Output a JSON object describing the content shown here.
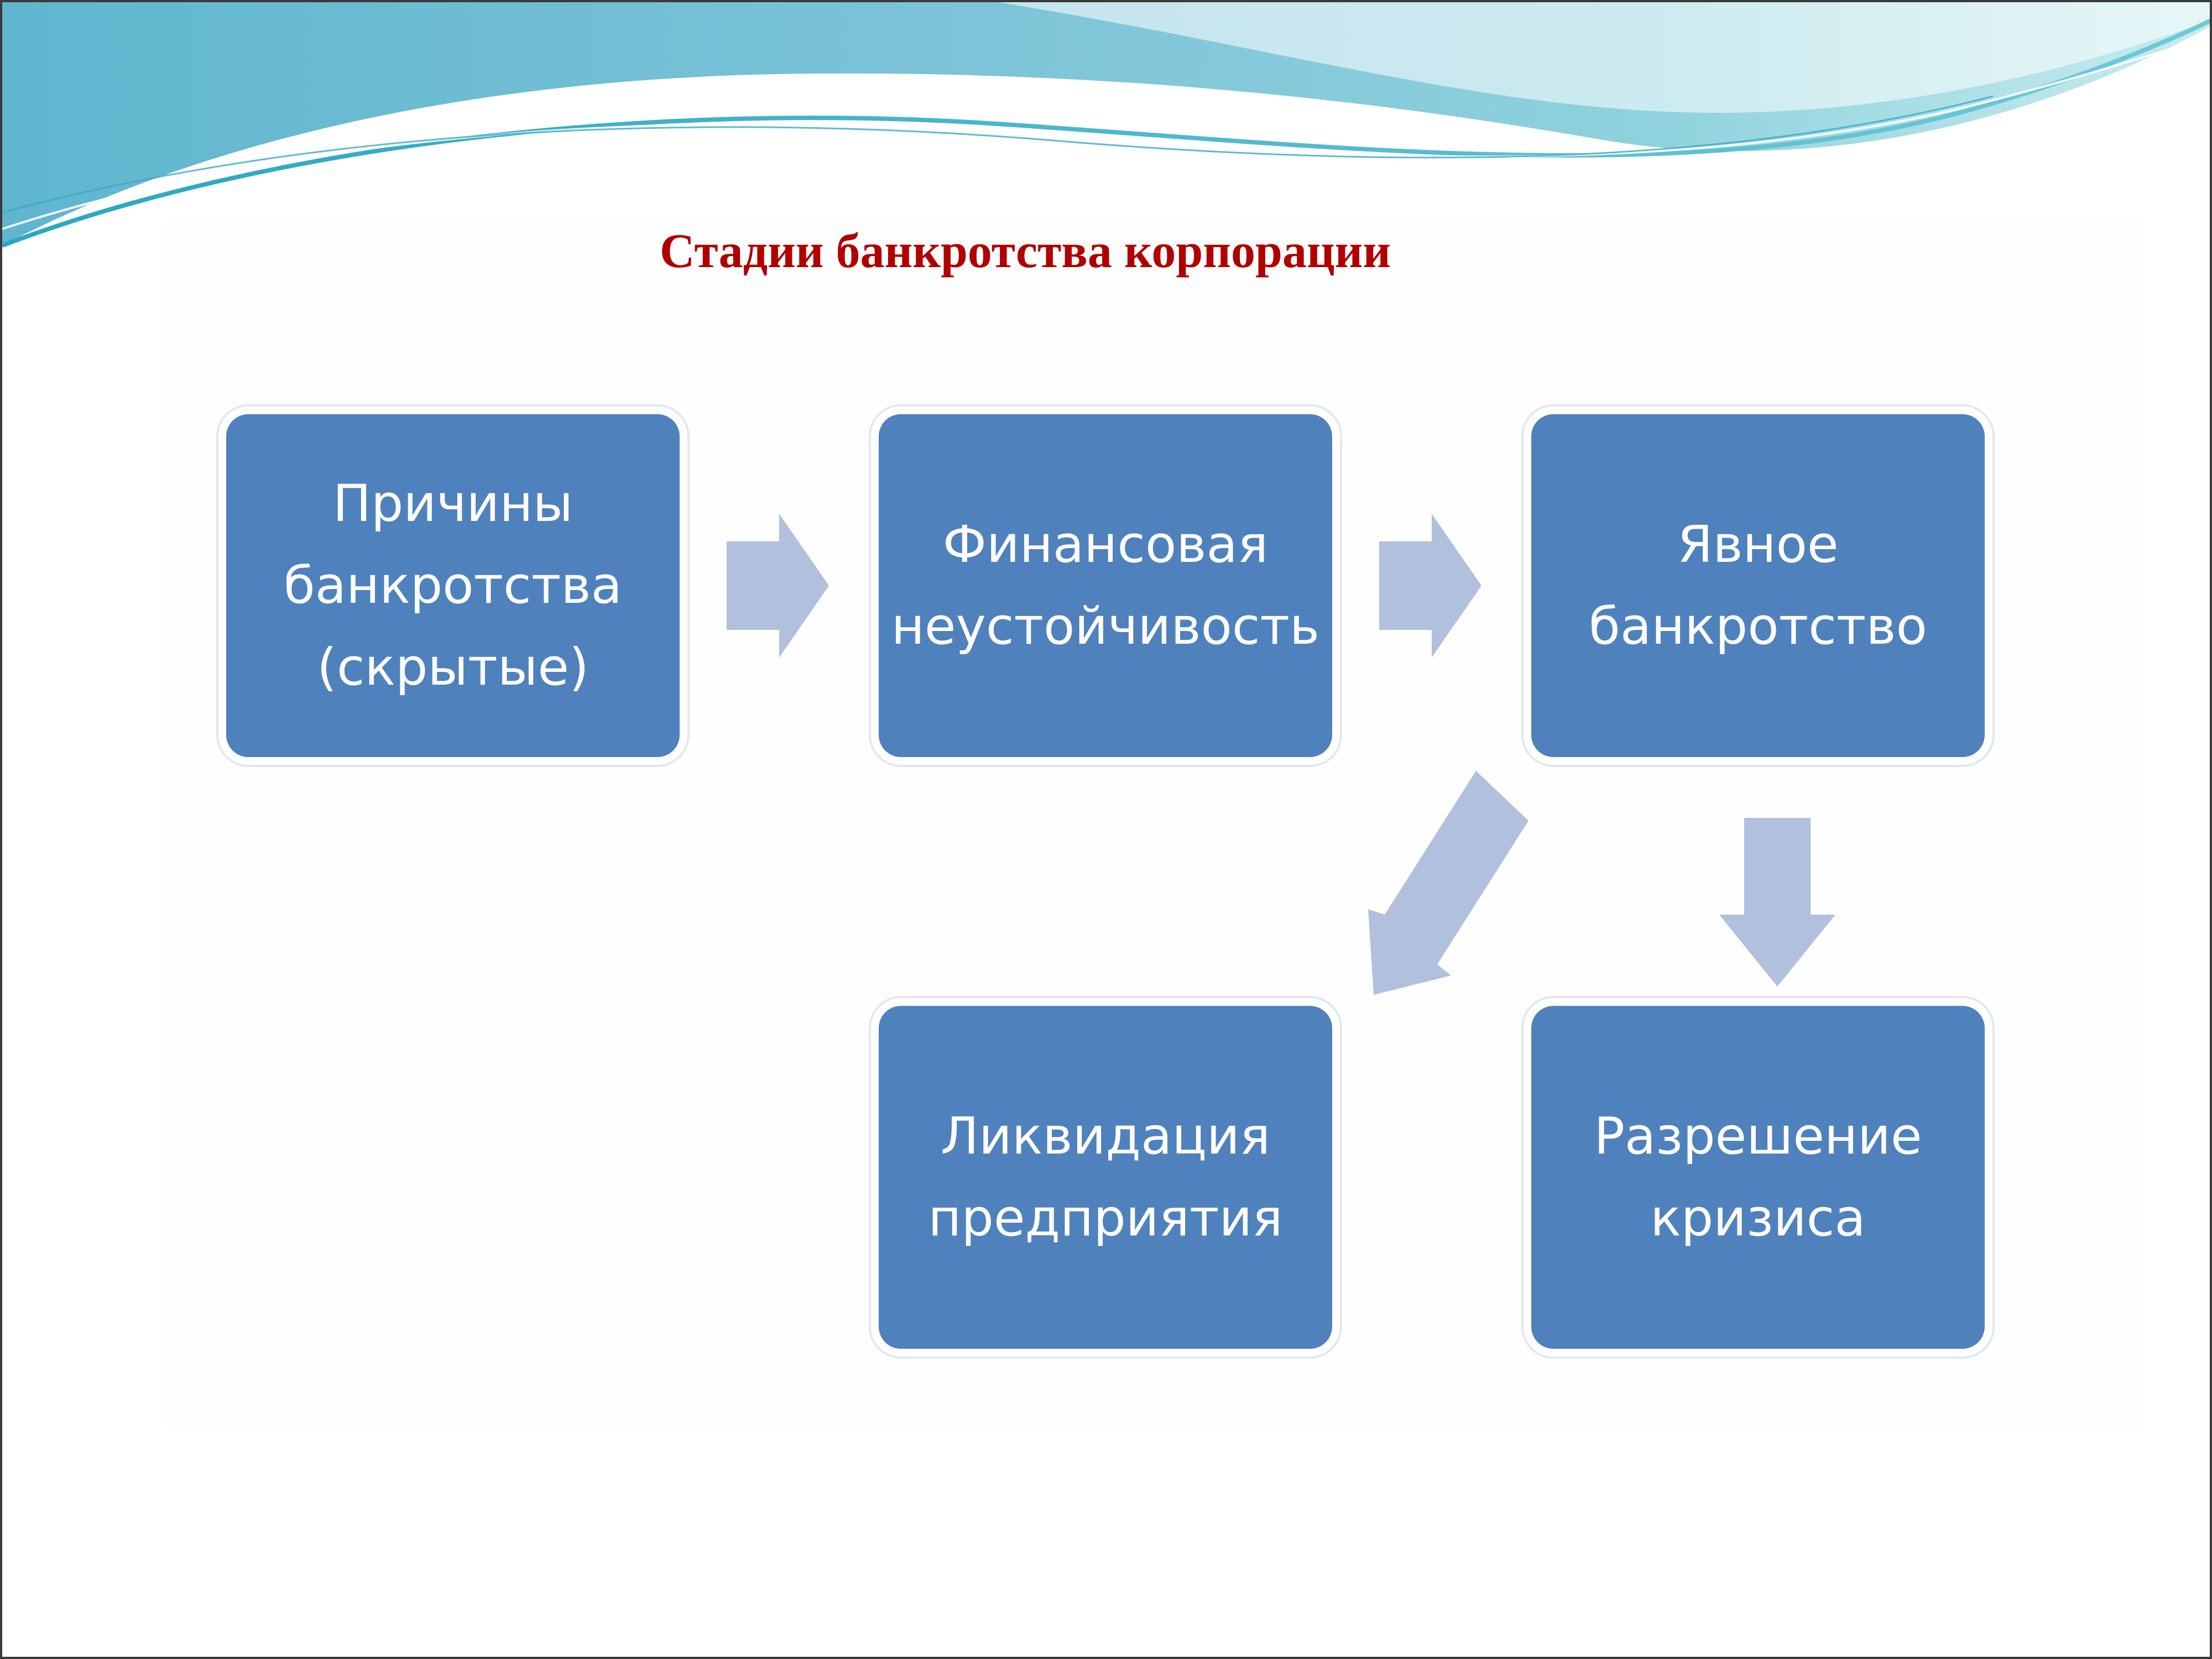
{
  "slide": {
    "title": "Стадии банкротства корпорации",
    "colors": {
      "title": "#b00000",
      "box_fill": "#4f81bd",
      "box_text": "#ffffff",
      "arrow_fill": "#b0c0dd"
    }
  },
  "diagram": {
    "nodes": [
      {
        "id": "causes",
        "label": "Причины\nбанкротства\n(скрытые)"
      },
      {
        "id": "instability",
        "label": "Финансовая\nнеустойчивость"
      },
      {
        "id": "bankruptcy",
        "label": "Явное\nбанкротство"
      },
      {
        "id": "liquidation",
        "label": "Ликвидация\nпредприятия"
      },
      {
        "id": "resolution",
        "label": "Разрешение\nкризиса"
      }
    ],
    "edges": [
      {
        "from": "causes",
        "to": "instability"
      },
      {
        "from": "instability",
        "to": "bankruptcy"
      },
      {
        "from": "bankruptcy",
        "to": "liquidation"
      },
      {
        "from": "bankruptcy",
        "to": "resolution"
      }
    ]
  }
}
